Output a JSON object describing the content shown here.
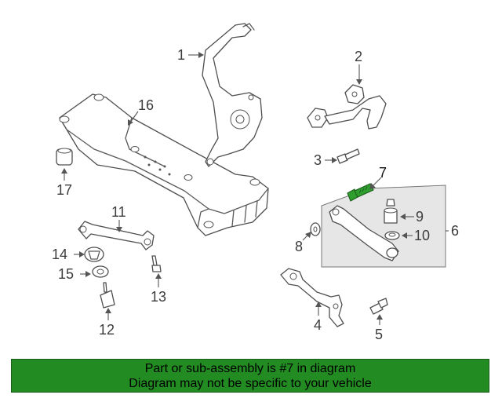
{
  "diagram": {
    "callouts": [
      "1",
      "2",
      "3",
      "4",
      "5",
      "6",
      "7",
      "8",
      "9",
      "10",
      "11",
      "12",
      "13",
      "14",
      "15",
      "16",
      "17"
    ],
    "highlight_callout": "7",
    "colors": {
      "line": "#5a5a5a",
      "highlight_part": "#2e9e2e",
      "panel": "#e6e6e6",
      "footer_bg": "#228b22",
      "footer_text": "#000000"
    }
  },
  "footer": {
    "line1": "Part or sub-assembly is #7 in diagram",
    "line2": "Diagram may not be specific to your vehicle"
  }
}
